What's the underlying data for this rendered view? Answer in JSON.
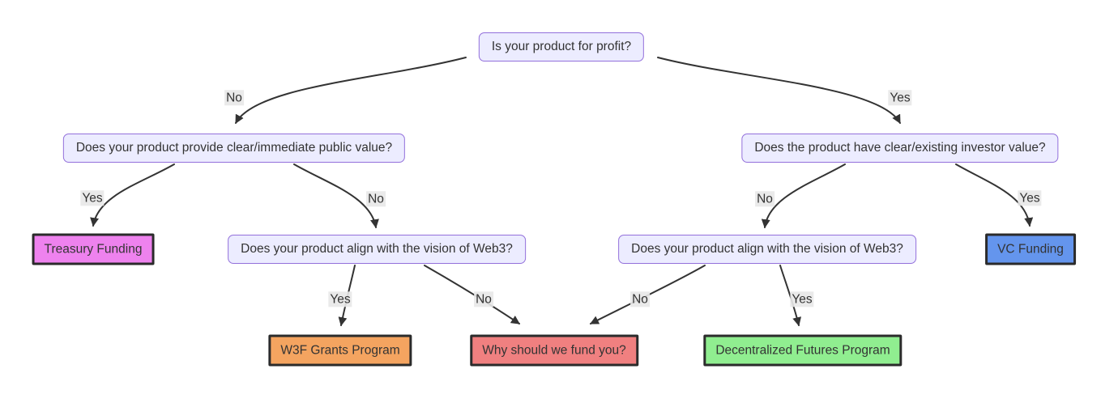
{
  "diagram": {
    "type": "flowchart",
    "topic": "Web3 project funding decision tree"
  },
  "nodes": {
    "q_profit": {
      "label": "Is your product for profit?",
      "kind": "question"
    },
    "q_public_value": {
      "label": "Does your product provide clear/immediate public value?",
      "kind": "question"
    },
    "q_investor_value": {
      "label": "Does the product have clear/existing investor value?",
      "kind": "question"
    },
    "q_web3_left": {
      "label": "Does your product align with the vision of Web3?",
      "kind": "question"
    },
    "q_web3_right": {
      "label": "Does your product align with the vision of Web3?",
      "kind": "question"
    },
    "r_treasury": {
      "label": "Treasury Funding",
      "kind": "result",
      "fill": "#EE82EE"
    },
    "r_vc": {
      "label": "VC Funding",
      "kind": "result",
      "fill": "#6495ED"
    },
    "r_w3f": {
      "label": "W3F Grants Program",
      "kind": "result",
      "fill": "#F4A460"
    },
    "r_why": {
      "label": "Why should we fund you?",
      "kind": "result",
      "fill": "#F08080"
    },
    "r_df": {
      "label": "Decentralized Futures Program",
      "kind": "result",
      "fill": "#90EE90"
    }
  },
  "edges": [
    {
      "from": "q_profit",
      "to": "q_public_value",
      "label": "No"
    },
    {
      "from": "q_profit",
      "to": "q_investor_value",
      "label": "Yes"
    },
    {
      "from": "q_public_value",
      "to": "r_treasury",
      "label": "Yes"
    },
    {
      "from": "q_public_value",
      "to": "q_web3_left",
      "label": "No"
    },
    {
      "from": "q_investor_value",
      "to": "q_web3_right",
      "label": "No"
    },
    {
      "from": "q_investor_value",
      "to": "r_vc",
      "label": "Yes"
    },
    {
      "from": "q_web3_left",
      "to": "r_w3f",
      "label": "Yes"
    },
    {
      "from": "q_web3_left",
      "to": "r_why",
      "label": "No"
    },
    {
      "from": "q_web3_right",
      "to": "r_why",
      "label": "No"
    },
    {
      "from": "q_web3_right",
      "to": "r_df",
      "label": "Yes"
    }
  ],
  "style": {
    "question_fill": "#ECECFF",
    "question_border": "#9370DB",
    "result_border": "#2b2b2b",
    "edge_color": "#333333",
    "edge_label_background": "#E8E8E8",
    "text_color": "#333333",
    "background": "#FFFFFF"
  }
}
